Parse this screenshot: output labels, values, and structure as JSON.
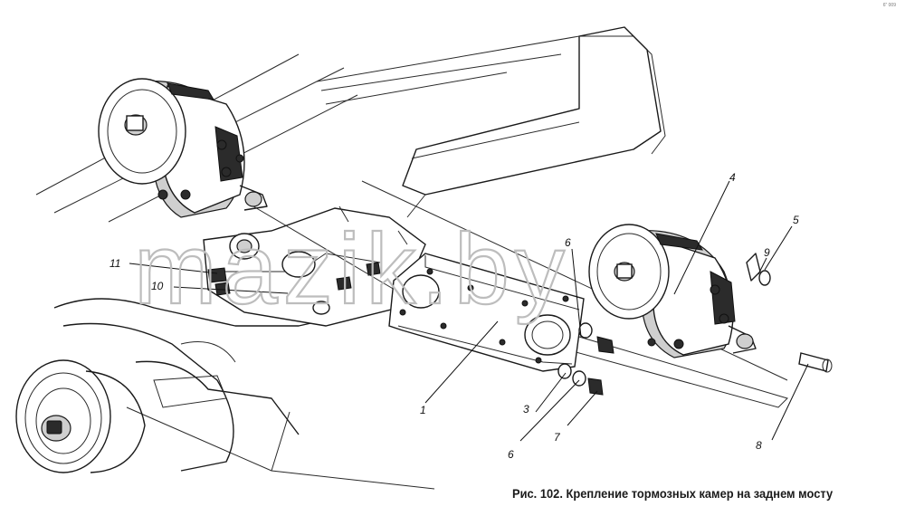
{
  "figure": {
    "caption": "Рис. 102. Крепление тормозных камер на заднем мосту",
    "watermark": "mazik.by",
    "corner_mark": "6\" 009"
  },
  "callouts": [
    {
      "id": "1",
      "text": "1"
    },
    {
      "id": "3",
      "text": "3"
    },
    {
      "id": "4",
      "text": "4"
    },
    {
      "id": "5",
      "text": "5"
    },
    {
      "id": "6a",
      "text": "6"
    },
    {
      "id": "6b",
      "text": "6"
    },
    {
      "id": "7",
      "text": "7"
    },
    {
      "id": "8",
      "text": "8"
    },
    {
      "id": "9",
      "text": "9"
    },
    {
      "id": "10",
      "text": "10"
    },
    {
      "id": "11",
      "text": "11"
    }
  ]
}
